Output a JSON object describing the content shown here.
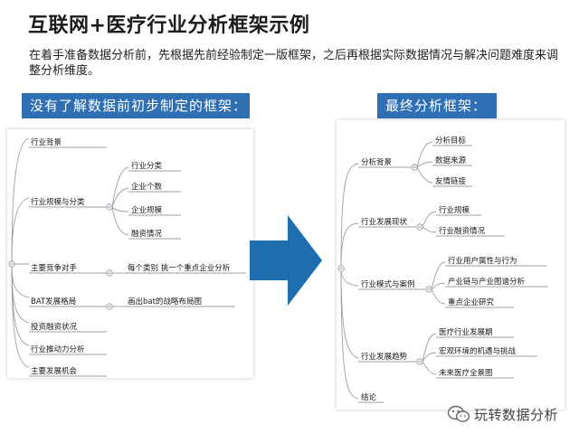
{
  "title": "互联网+医疗行业分析框架示例",
  "subtitle": "在着手准备数据分析前，先根据先前经验制定一版框架，之后再根据实际数据情况与解决问题难度来调整分析维度。",
  "left_panel": {
    "heading": "没有了解数据前初步制定的框架：",
    "nodes": {
      "industry_background": "行业背景",
      "scale_and_category": "行业规模与分类",
      "category": "行业分类",
      "company_count": "企业个数",
      "company_scale": "企业规模",
      "financing": "融资情况",
      "competitors": "主要竞争对手",
      "pick_one_per_category": "每个类别 挑一个重点企业分析",
      "bat_layout": "BAT发展格局",
      "draw_bat_map": "画出bat的战略布局图",
      "investment_status": "投资融资状况",
      "drivers": "行业推动力分析",
      "opportunities": "主要发展机会"
    }
  },
  "right_panel": {
    "heading": "最终分析框架：",
    "nodes": {
      "analysis_background": "分析背景",
      "goal": "分析目标",
      "data_source": "数据来源",
      "links": "友情链接",
      "development_status": "行业发展现状",
      "scale": "行业规模",
      "financing": "行业融资情况",
      "mode_and_cases": "行业模式与案例",
      "user_attributes": "行业用户属性与行为",
      "chain_analysis": "产业链与产业图谱分析",
      "key_companies": "重点企业研究",
      "trends": "行业发展趋势",
      "stage": "医疗行业发展期",
      "macro": "宏观环境的机遇与挑战",
      "future": "未来医疗全景图",
      "conclusion": "结论"
    }
  },
  "watermark": {
    "text": "玩转数据分析",
    "icon": "wechat-icon"
  },
  "colors": {
    "banner": "#2f6fb4",
    "arrow": "#1f6eb0",
    "connector": "#9aa0a6"
  }
}
